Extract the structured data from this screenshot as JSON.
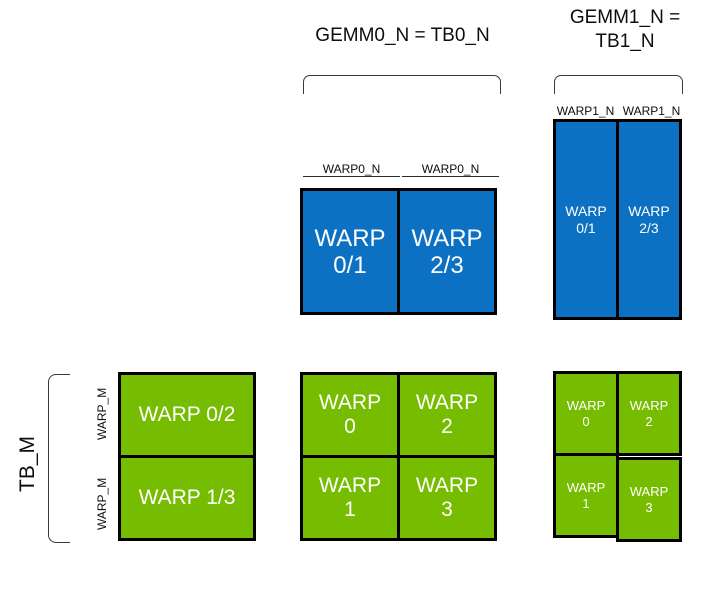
{
  "diagram": {
    "title_gemm0": "GEMM0_N = TB0_N",
    "title_gemm1": "GEMM1_N =\nTB1_N",
    "label_tb_m": "TB_M",
    "colors": {
      "blue": "#0c71c3",
      "green": "#76bc00",
      "outline": "#000000",
      "bracket": "#3a3a3a",
      "text_light": "#ffffff",
      "text_dark": "#0d0d0d"
    },
    "gemm0_top": {
      "tick_labels": [
        "WARP0_N",
        "WARP0_N"
      ],
      "cells": [
        "WARP\n0/1",
        "WARP\n2/3"
      ]
    },
    "gemm1_top": {
      "tick_labels": [
        "WARP1_N",
        "WARP1_N"
      ],
      "cells": [
        "WARP\n0/1",
        "WARP\n2/3"
      ]
    },
    "left_block": {
      "row_labels": [
        "WARP_M",
        "WARP_M"
      ],
      "cells": [
        "WARP 0/2",
        "WARP 1/3"
      ]
    },
    "middle_block": {
      "cells": [
        [
          "WARP\n0",
          "WARP\n2"
        ],
        [
          "WARP\n1",
          "WARP\n3"
        ]
      ]
    },
    "right_block": {
      "cells": [
        [
          "WARP\n0",
          "WARP\n2"
        ],
        [
          "WARP\n1",
          "WARP\n3"
        ]
      ]
    }
  }
}
